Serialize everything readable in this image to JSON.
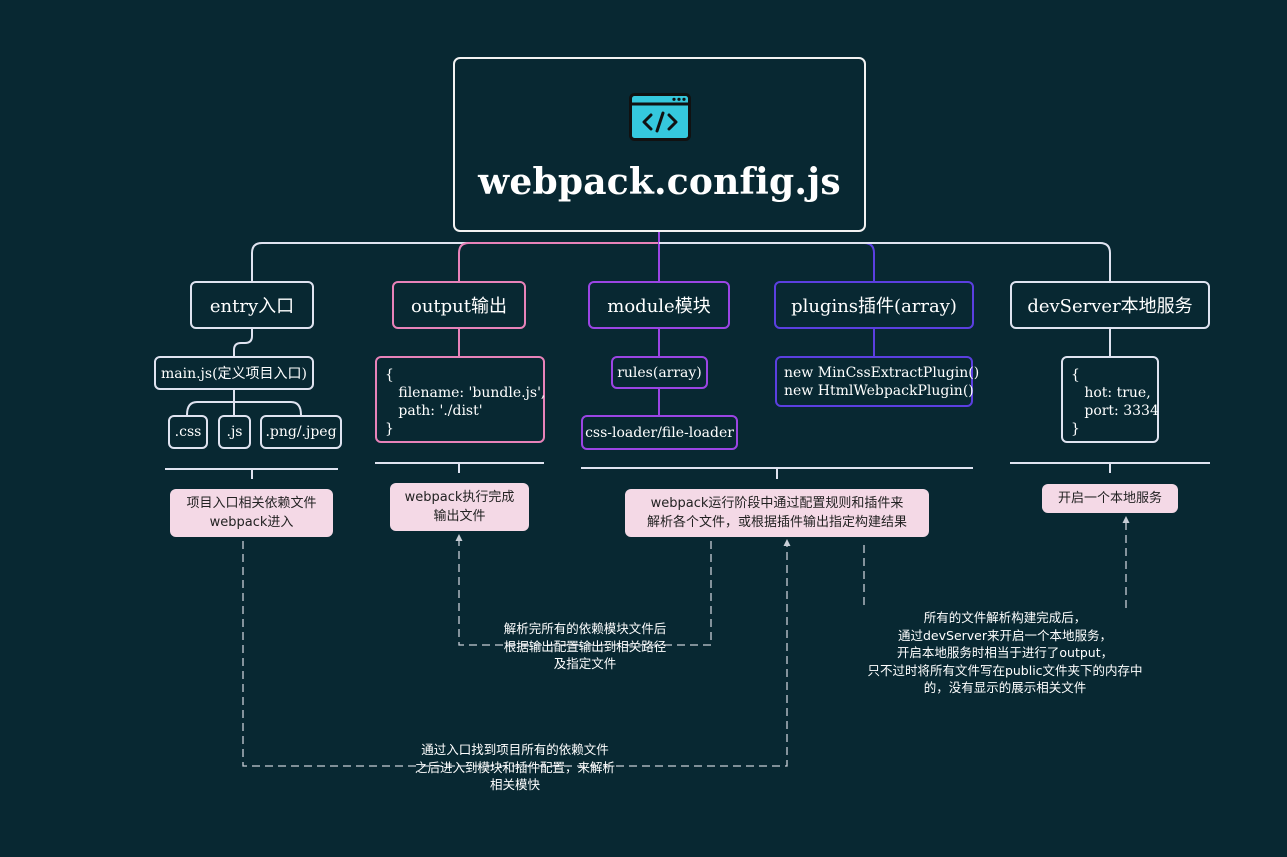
{
  "root": {
    "title": "webpack.config.js",
    "icon": "code-window-icon"
  },
  "branches": {
    "entry": {
      "label": "entry入口",
      "main": "main.js(定义项目入口)",
      "files": [
        ".css",
        ".js",
        ".png/.jpeg"
      ],
      "note": "项目入口相关依赖文件\nwebpack进入"
    },
    "output": {
      "label": "output输出",
      "code": "{\n   filename: 'bundle.js',\n   path: './dist'\n}",
      "note": "webpack执行完成\n输出文件"
    },
    "module": {
      "label": "module模块",
      "rules": "rules(array)",
      "loader": "css-loader/file-loader",
      "note": "webpack运行阶段中通过配置规则和插件来\n解析各个文件，或根据插件输出指定构建结果"
    },
    "plugins": {
      "label": "plugins插件(array)",
      "code": "new MinCssExtractPlugin()\nnew HtmlWebpackPlugin()"
    },
    "devServer": {
      "label": "devServer本地服务",
      "code": "{\n   hot: true,\n   port: 3334\n}",
      "note": "开启一个本地服务"
    }
  },
  "annotations": {
    "output_flow": "解析完所有的依赖模块文件后\n根据输出配置输出到相关路径\n及指定文件",
    "entry_flow": "通过入口找到项目所有的依赖文件\n之后进入到模块和插件配置，来解析\n相关模快",
    "devserver_flow": "所有的文件解析构建完成后，\n通过devServer来开启一个本地服务，\n开启本地服务时相当于进行了output，\n只不过时将所有文件写在public文件夹下的内存中\n的，没有显示的展示相关文件"
  },
  "colors": {
    "background": "#082832",
    "entry": "#dfe3f0",
    "output": "#e882b9",
    "module": "#9b45e4",
    "plugins": "#5b3fe0",
    "devServer": "#dfe3f0",
    "note_bg": "#f4d9e6",
    "icon": "#35c8dd"
  }
}
